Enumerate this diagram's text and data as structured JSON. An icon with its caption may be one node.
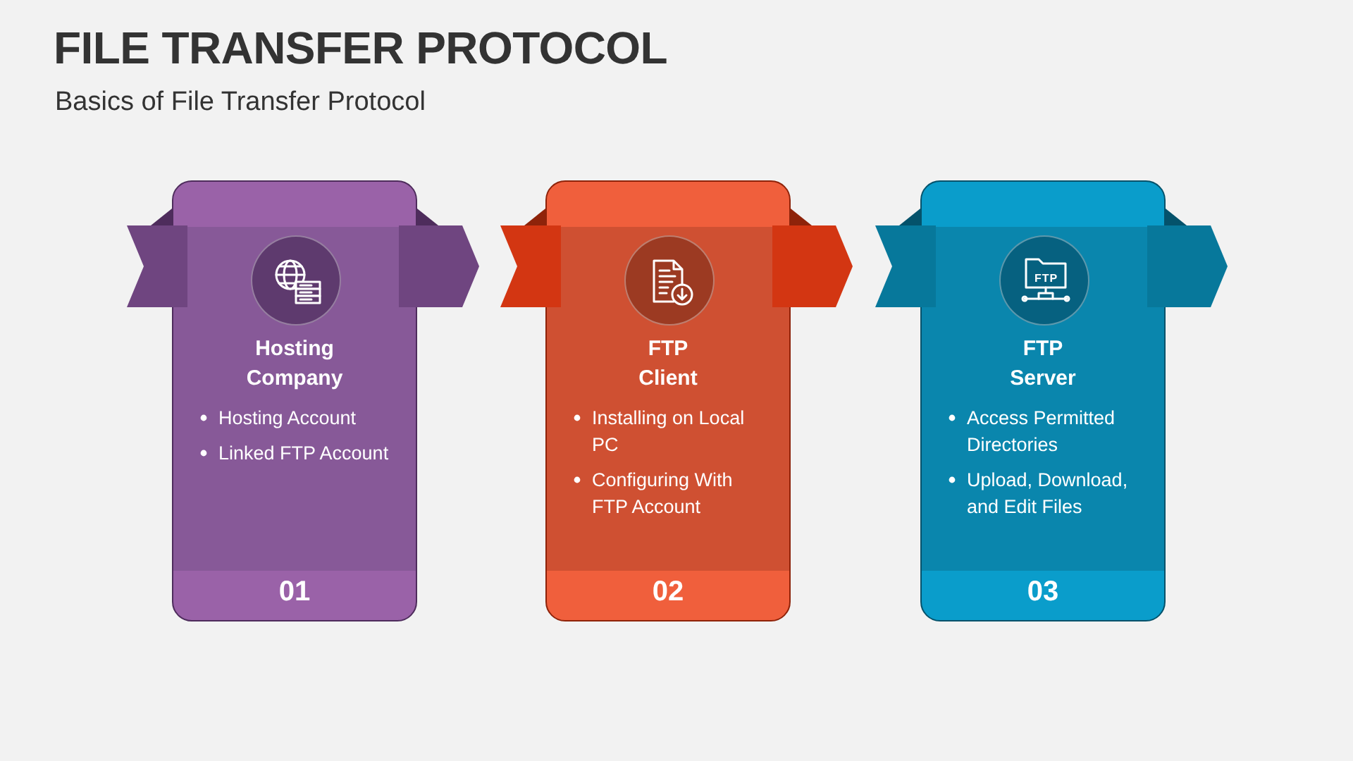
{
  "diagram": {
    "title": "FILE TRANSFER PROTOCOL",
    "caption": "Basics of File Transfer Protocol",
    "nodes": [
      {
        "text": [
          "Hosting Company",
          "Hosting Account",
          "Linked FTP Account",
          "01"
        ]
      },
      {
        "text": [
          "FTP Client",
          "Installing on Local PC",
          "Configuring With FTP Account",
          "02"
        ]
      },
      {
        "text": [
          "FTP Server",
          "Access Permitted Directories",
          "Upload, Download, and Edit Files",
          "03"
        ]
      }
    ],
    "labels": [
      "FTP"
    ]
  }
}
